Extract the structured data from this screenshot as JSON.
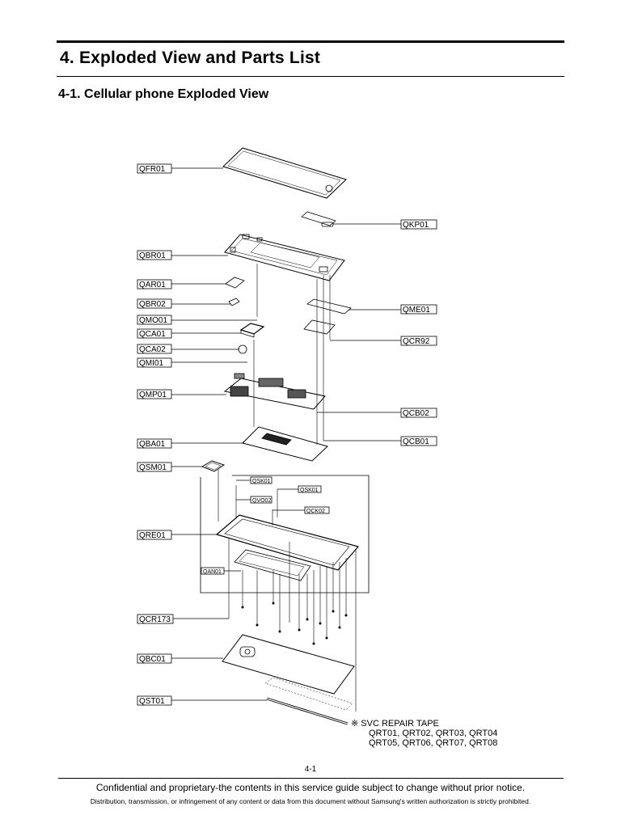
{
  "heading": "4. Exploded View and Parts List",
  "subheading": "4-1. Cellular phone Exploded View",
  "labels": {
    "QFR01": "QFR01",
    "QKP01": "QKP01",
    "QBR01": "QBR01",
    "QAR01": "QAR01",
    "QBR02": "QBR02",
    "QME01": "QME01",
    "QMO01": "QMO01",
    "QCA01": "QCA01",
    "QCR92": "QCR92",
    "QCA02": "QCA02",
    "QMI01": "QMI01",
    "QMP01": "QMP01",
    "QCB02": "QCB02",
    "QBA01": "QBA01",
    "QCB01": "QCB01",
    "QSM01": "QSM01",
    "QSK01a": "QSK01",
    "QSK01b": "QSK01",
    "QVO02": "QVO02",
    "QCK02": "QCK02",
    "QRE01": "QRE01",
    "QAN01": "QAN01",
    "QCR173": "QCR173",
    "QBC01": "QBC01",
    "QST01": "QST01"
  },
  "note": {
    "mark": "※",
    "title": "SVC REPAIR TAPE",
    "line1": "QRT01, QRT02, QRT03, QRT04",
    "line2": "QRT05, QRT06, QRT07, QRT08"
  },
  "page_number": "4-1",
  "footer": {
    "line1": "Confidential and proprietary-the contents in this service guide subject to change without prior notice.",
    "line2": "Distribution, transmission, or infringement of any content or data from this document without Samsung's written authorization is strictly prohibited."
  }
}
